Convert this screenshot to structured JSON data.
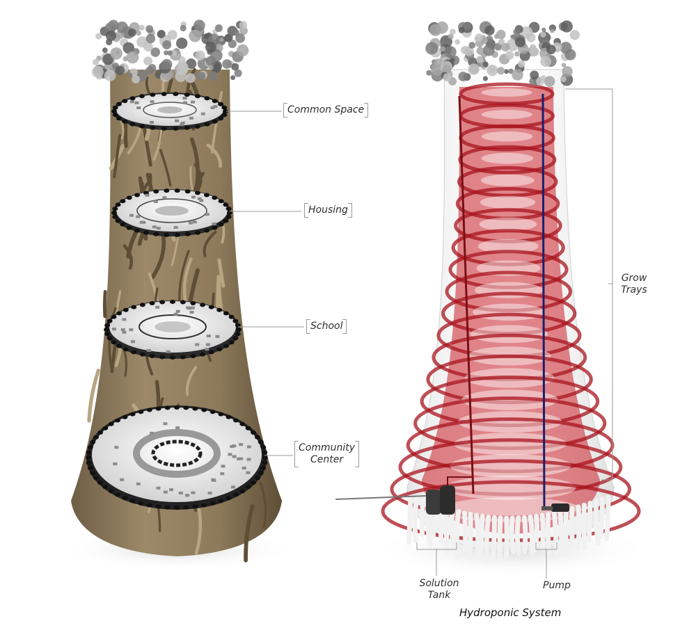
{
  "left_tower": {
    "labels": {
      "common_space": "Common Space",
      "housing": "Housing",
      "school": "School",
      "community_center_line1": "Community",
      "community_center_line2": "Center"
    }
  },
  "right_tower": {
    "labels": {
      "grow_trays_line1": "Grow",
      "grow_trays_line2": "Trays",
      "solution_tank_line1": "Solution",
      "solution_tank_line2": "Tank",
      "pump": "Pump"
    },
    "title": "Hydroponic System"
  },
  "colors": {
    "trunk": "#8f7c5f",
    "trunk_dark": "#6b5a40",
    "canopy": "#9a9a9a",
    "floor_plate": "#e6e6e6",
    "floor_rim": "#1e1e1e",
    "tray_red": "#c8202a",
    "supply_pipe": "#7a1016",
    "return_pipe": "#1a1f6e",
    "leader_line": "#9a9a9a"
  }
}
